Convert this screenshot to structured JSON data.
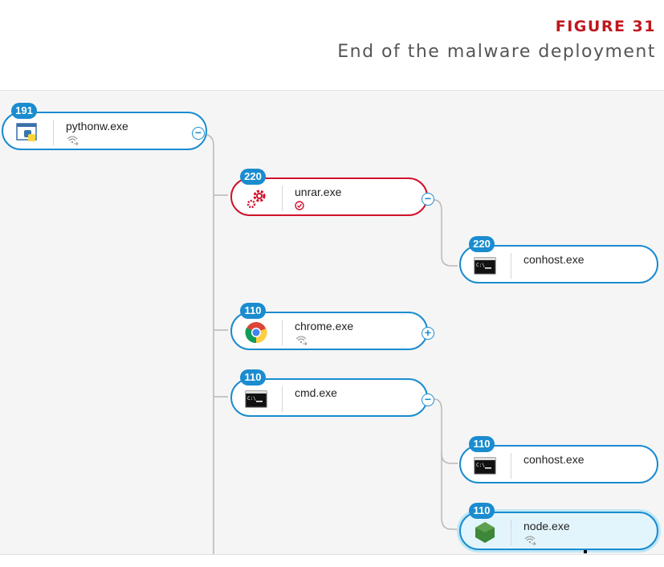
{
  "figure": {
    "number": "FIGURE 31",
    "caption": "End of the malware deployment"
  },
  "nodes": [
    {
      "id": "pythonw",
      "badge": "191",
      "name": "pythonw.exe",
      "icon": "python-icon",
      "status_icon": "network-icon"
    },
    {
      "id": "unrar",
      "badge": "220",
      "name": "unrar.exe",
      "icon": "gears-icon",
      "status_icon": "alert-icon",
      "highlight": "#d0112b"
    },
    {
      "id": "conhost1",
      "badge": "220",
      "name": "conhost.exe",
      "icon": "terminal-icon"
    },
    {
      "id": "chrome",
      "badge": "110",
      "name": "chrome.exe",
      "icon": "chrome-icon",
      "status_icon": "network-icon"
    },
    {
      "id": "cmd",
      "badge": "110",
      "name": "cmd.exe",
      "icon": "terminal-icon"
    },
    {
      "id": "conhost2",
      "badge": "110",
      "name": "conhost.exe",
      "icon": "terminal-icon"
    },
    {
      "id": "node",
      "badge": "110",
      "name": "node.exe",
      "icon": "nodejs-icon",
      "status_icon": "network-icon",
      "selected": true
    }
  ],
  "toggles": {
    "collapse": "−",
    "expand": "+"
  },
  "colors": {
    "accent": "#1a8ccf",
    "alert": "#d0112b",
    "figure_label": "#c0171e"
  }
}
